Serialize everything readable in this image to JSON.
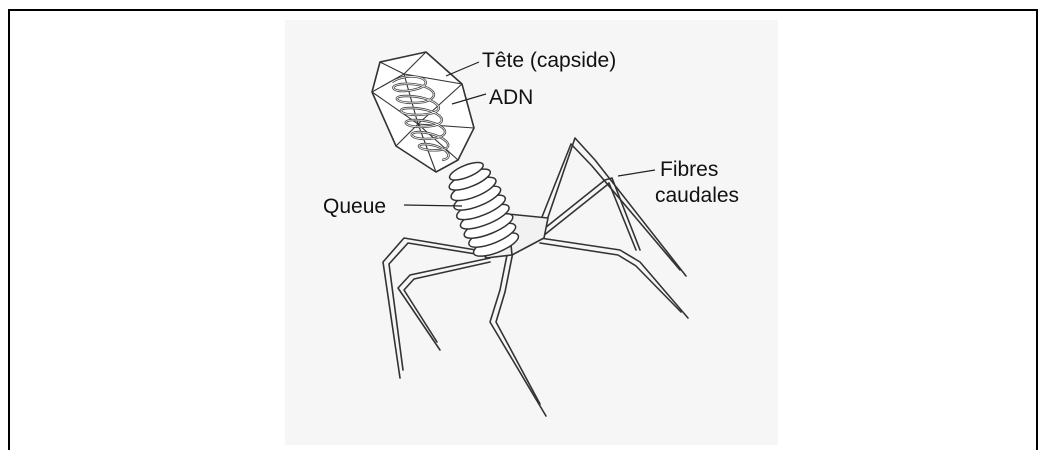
{
  "labels": {
    "head": "Tête (capside)",
    "dna": "ADN",
    "tail": "Queue",
    "fibers_line1": "Fibres",
    "fibers_line2": "caudales"
  },
  "colors": {
    "panel": "#f6f6f6",
    "stroke": "#333333",
    "text": "#111111"
  }
}
